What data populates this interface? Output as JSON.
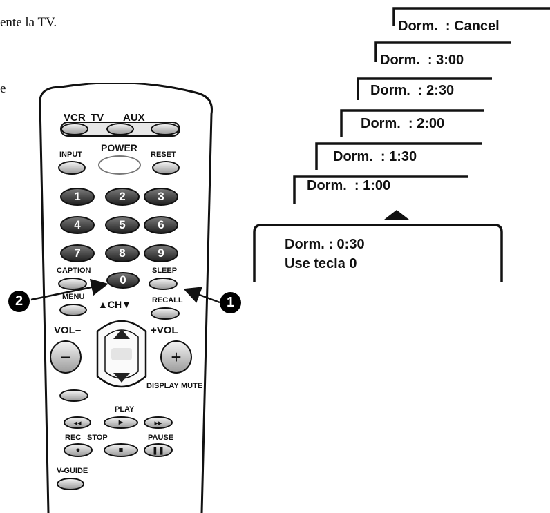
{
  "instructions": {
    "line1": "ente la TV.",
    "line2": "e"
  },
  "remote": {
    "mode": {
      "vcr": "VCR",
      "tv": "TV",
      "aux": "AUX"
    },
    "input": "INPUT",
    "power": "POWER",
    "reset": "RESET",
    "digits": [
      "1",
      "2",
      "3",
      "4",
      "5",
      "6",
      "7",
      "8",
      "9",
      "0"
    ],
    "caption": "CAPTION",
    "sleep": "SLEEP",
    "menu": "MENU",
    "channel": "▲CH▼",
    "recall": "RECALL",
    "vol_down": "VOL–",
    "vol_up": "+VOL",
    "display": "DISPLAY",
    "mute": "MUTE",
    "play": "PLAY",
    "rec": "REC",
    "stop": "STOP",
    "pause": "PAUSE",
    "vguide": "V-GUIDE"
  },
  "callouts": {
    "one": "1",
    "two": "2"
  },
  "sleep_menu": {
    "steps": [
      {
        "prefix": "Dorm.",
        "value": ": Cancel"
      },
      {
        "prefix": "Dorm.",
        "value": ": 3:00"
      },
      {
        "prefix": "Dorm.",
        "value": ": 2:30"
      },
      {
        "prefix": "Dorm.",
        "value": ": 2:00"
      },
      {
        "prefix": "Dorm.",
        "value": ": 1:30"
      },
      {
        "prefix": "Dorm.",
        "value": ": 1:00"
      }
    ],
    "panel": {
      "line1": "Dorm. : 0:30",
      "line2": "Use tecla 0"
    }
  }
}
